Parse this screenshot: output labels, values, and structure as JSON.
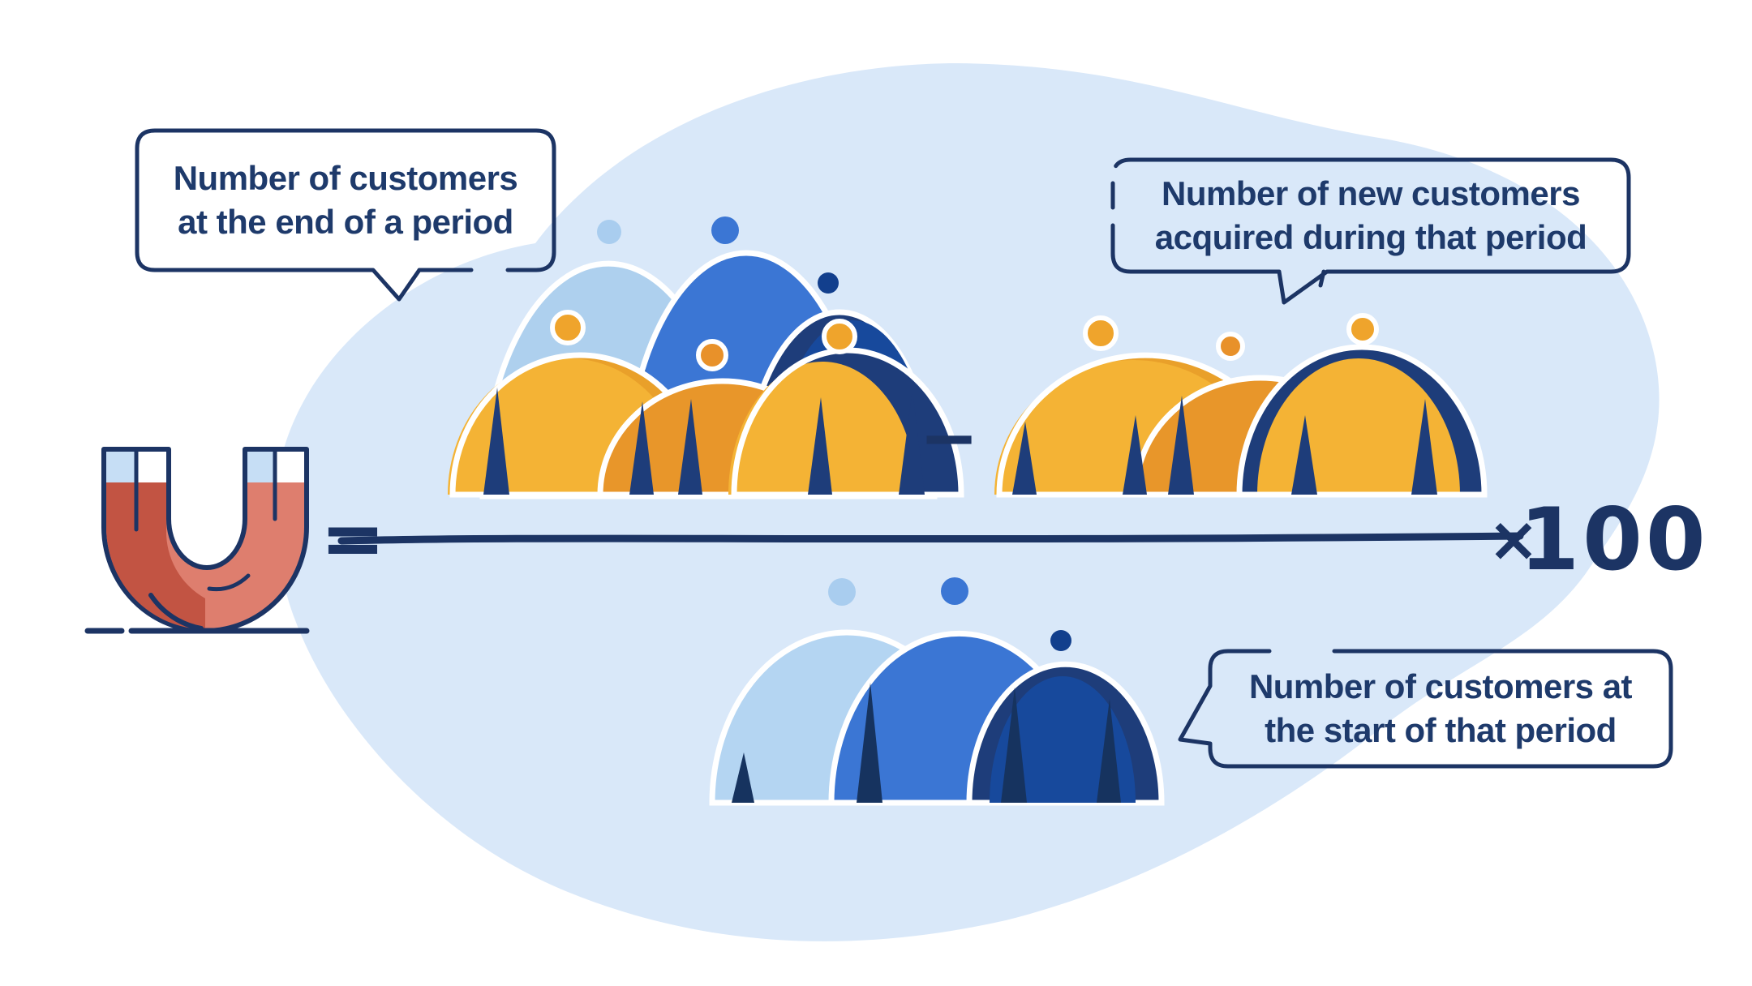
{
  "title": "Customer retention rate formula illustration",
  "formula": {
    "equals": "=",
    "minus": "−",
    "multiply": "×",
    "multiplier": "100"
  },
  "callouts": {
    "end": {
      "line1": "Number of customers",
      "line2": "at the end of a period"
    },
    "new": {
      "line1": "Number of new customers",
      "line2": "acquired during that period"
    },
    "start": {
      "line1": "Number of customers at",
      "line2": "the start of that period"
    }
  },
  "illustration": {
    "magnet": "horseshoe-magnet",
    "groups": {
      "customers_end_of_period": {
        "role": "numerator-left",
        "count": 6,
        "back_row_colors": [
          "light-blue",
          "medium-blue",
          "dark-blue"
        ],
        "front_row_colors": [
          "yellow",
          "orange",
          "yellow"
        ]
      },
      "new_customers_acquired": {
        "role": "numerator-right",
        "count": 3,
        "colors": [
          "yellow",
          "orange",
          "yellow"
        ]
      },
      "customers_start_of_period": {
        "role": "denominator",
        "count": 3,
        "colors": [
          "light-blue",
          "medium-blue",
          "dark-blue"
        ]
      }
    }
  },
  "colors": {
    "background": "#ffffff",
    "blob": "#d9e8f9",
    "navy_outline": "#1c3464",
    "text_navy": "#1e3a6b",
    "yellow": "#f4b335",
    "orange": "#e8962a",
    "yellow_shade": "#e9a02a",
    "light_blue": "#aed0ee",
    "medium_blue": "#3b76d4",
    "dark_blue": "#17499c",
    "shadow_navy": "#1e3d7a",
    "magnet_light": "#de7e6e",
    "magnet_dark": "#c25443",
    "magnet_tip_blue": "#c6def5"
  }
}
